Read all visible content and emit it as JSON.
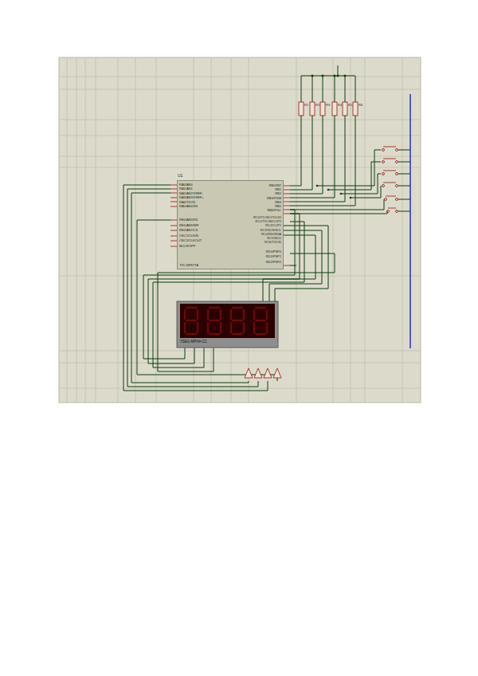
{
  "diagram": {
    "nodes": [
      {
        "text": [
          "U1",
          "PIC16F877A"
        ]
      },
      {
        "text": [
          "7SEG-MPX4-CC"
        ]
      }
    ],
    "edges": [
      {
        "from": 0,
        "to": 1,
        "arrow": "none"
      },
      {
        "from": 0,
        "to": 1,
        "arrow": "none"
      },
      {
        "from": 0,
        "to": 1,
        "arrow": "none"
      }
    ],
    "labels": [
      "RA0/AN0",
      "RA1/AN1",
      "RA2/AN2/VREF-",
      "RA3/AN3/VREF+",
      "RA4/T0CKI",
      "RA5/AN4/SS",
      "RE0/AN5/RD",
      "RE1/AN6/WR",
      "RE2/AN7/CS",
      "OSC1/CLKIN",
      "OSC2/CLKOUT",
      "MCLR/VPP",
      "RB0/INT",
      "RB1",
      "RB2",
      "RB3/PGM",
      "RB4",
      "RB5",
      "RB6/PGC",
      "RC0/T1OSO/T1CKI",
      "RC1/T1OSI/CCP2",
      "RC2/CCP1",
      "RC3/SCK/SCL",
      "RC4/SDI/SDA",
      "RC5/SDO",
      "RC6/TX/CK",
      "RD0/PSP0",
      "RD1/PSP1",
      "RD2/PSP2",
      "R1",
      "R2",
      "R3",
      "R4",
      "R5",
      "R6"
    ]
  }
}
